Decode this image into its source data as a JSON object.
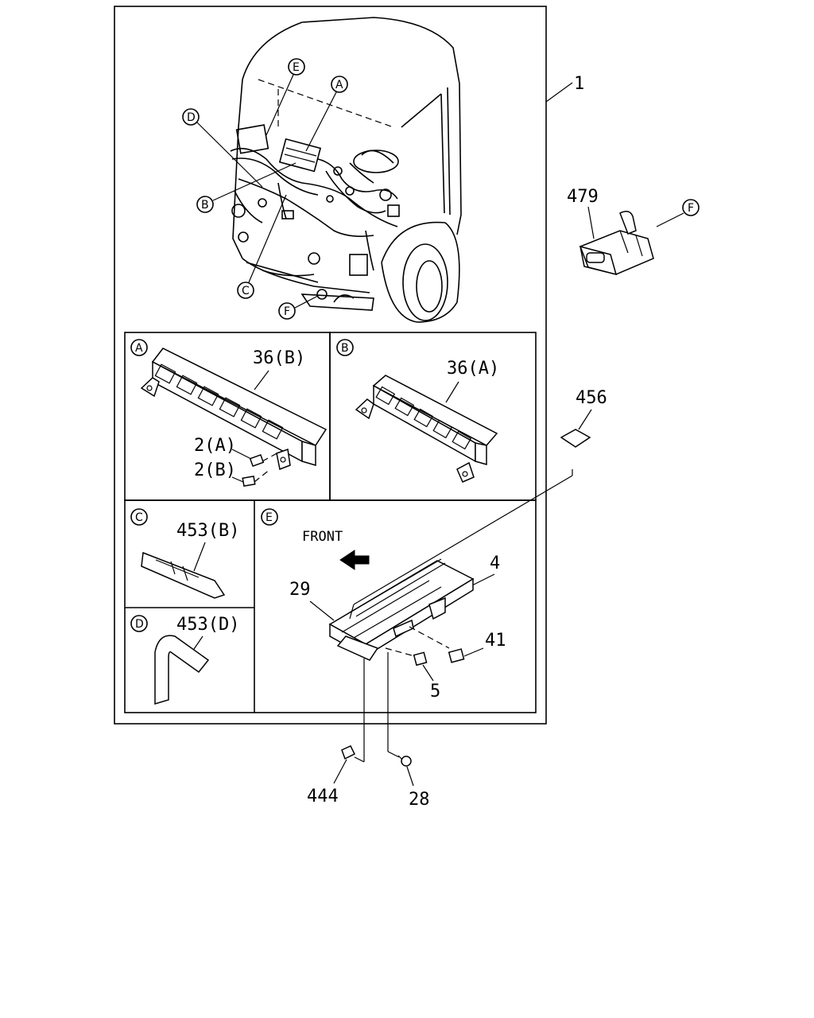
{
  "diagram": {
    "callouts": {
      "assembly": "1",
      "connector_479": "479",
      "pad_456": "456",
      "fuse_box_b": "36(B)",
      "fuse_box_a": "36(A)",
      "relay_2a": "2(A)",
      "relay_2b": "2(B)",
      "tape_453b": "453(B)",
      "tape_453d": "453(D)",
      "bracket_4": "4",
      "bracket_29": "29",
      "clip_41": "41",
      "clip_5": "5",
      "clip_444": "444",
      "bolt_28": "28"
    },
    "front_label": "FRONT",
    "view_markers": {
      "a": "A",
      "b": "B",
      "c": "C",
      "d": "D",
      "e": "E",
      "f": "F"
    }
  }
}
